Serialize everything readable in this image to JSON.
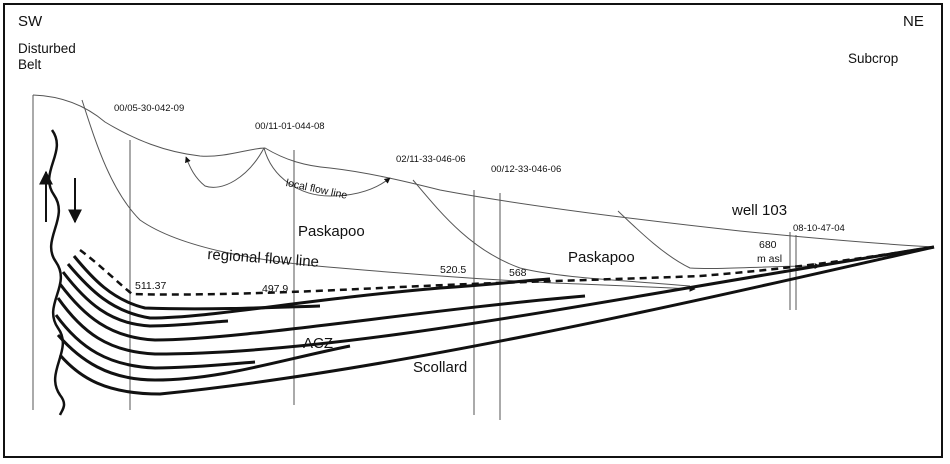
{
  "orientation": {
    "left": "SW",
    "right": "NE"
  },
  "disturbed_belt": {
    "line1": "Disturbed",
    "line2": "Belt"
  },
  "subcrop": "Subcrop",
  "wells": [
    "00/05-30-042-09",
    "00/11-01-044-08",
    "02/11-33-046-06",
    "00/12-33-046-06",
    "08-10-47-04"
  ],
  "well_103": "well 103",
  "formations": {
    "paskapoo_left": "Paskapoo",
    "paskapoo_right": "Paskapoo",
    "acz": "ACZ",
    "scollard": "Scollard"
  },
  "flow_lines": {
    "local": "local flow line",
    "regional": "regional flow line"
  },
  "elevations": [
    "511.37",
    "497.9",
    "520.5",
    "568"
  ],
  "elevation_680": {
    "value": "680",
    "unit": "m asl"
  },
  "colors": {
    "line": "#111111",
    "thin_line": "#555555"
  }
}
